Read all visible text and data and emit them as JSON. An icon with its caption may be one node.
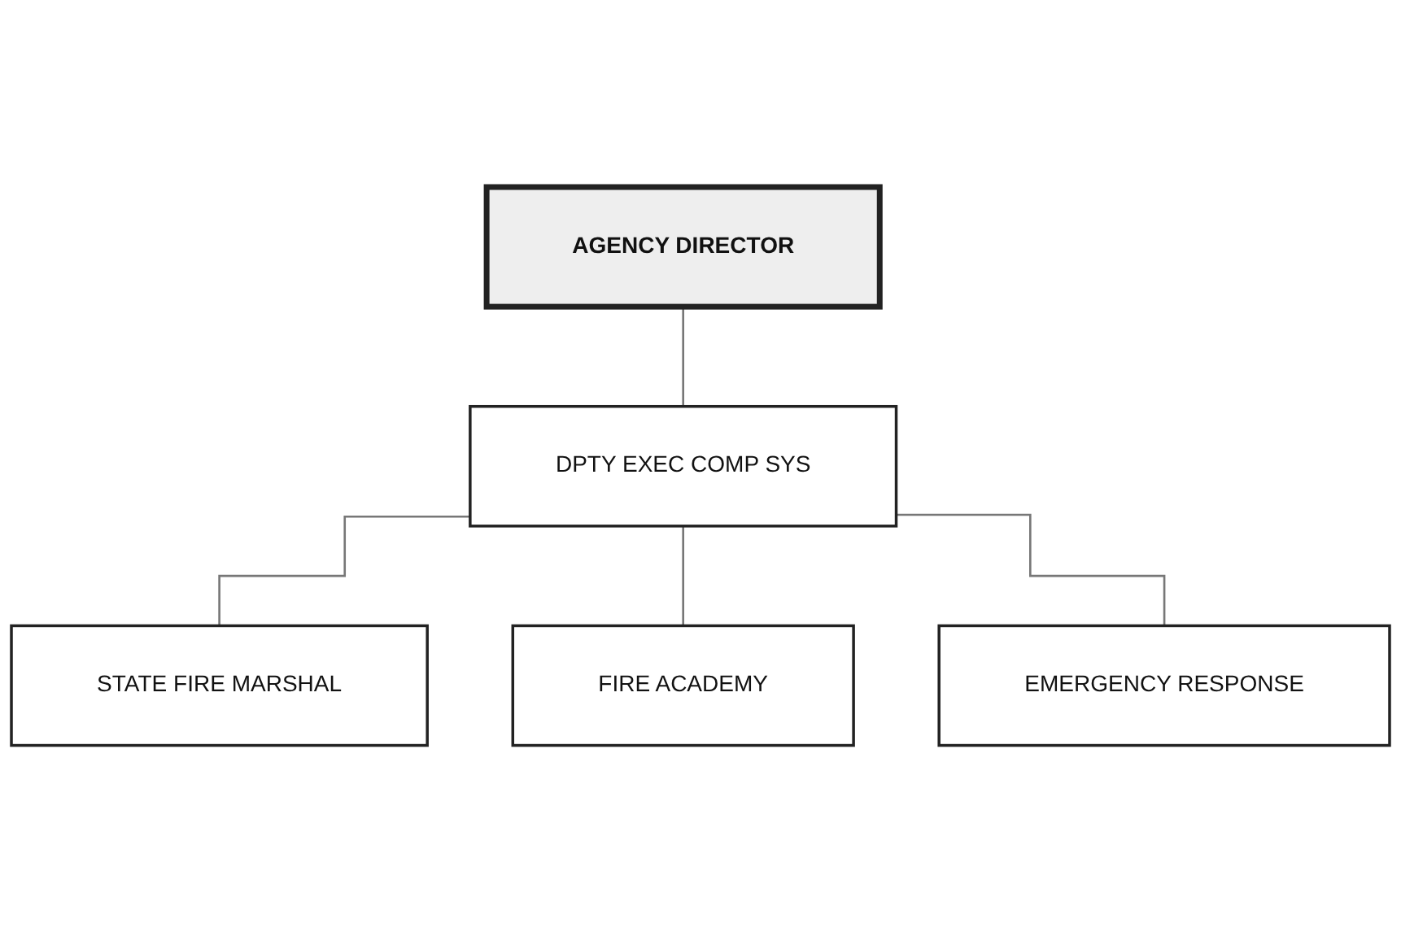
{
  "diagram": {
    "nodes": [
      {
        "text": [
          "AGENCY DIRECTOR"
        ]
      },
      {
        "text": [
          "DPTY EXEC COMP SYS"
        ]
      },
      {
        "text": [
          "STATE FIRE MARSHAL"
        ]
      },
      {
        "text": [
          "FIRE ACADEMY"
        ]
      },
      {
        "text": [
          "EMERGENCY RESPONSE"
        ]
      }
    ],
    "edges": [
      {
        "from": 0,
        "to": 1,
        "arrow": "none"
      },
      {
        "from": 1,
        "to": 2,
        "arrow": "none"
      },
      {
        "from": 1,
        "to": 3,
        "arrow": "none"
      },
      {
        "from": 1,
        "to": 4,
        "arrow": "none"
      }
    ]
  }
}
